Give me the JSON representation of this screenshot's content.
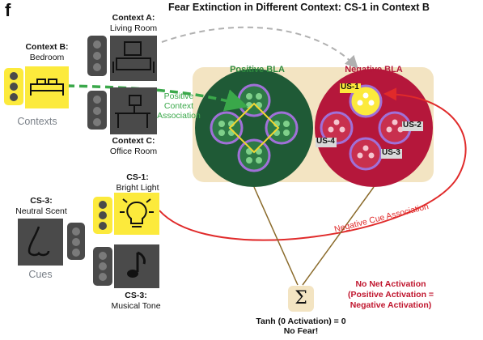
{
  "panel_letter": "f",
  "title": "Fear Extinction in Different Context: CS-1 in Context B",
  "contexts": {
    "a": {
      "name": "Context A:",
      "place": "Living Room"
    },
    "b": {
      "name": "Context B:",
      "place": "Bedroom"
    },
    "c": {
      "name": "Context C:",
      "place": "Office Room"
    },
    "group_label": "Contexts"
  },
  "cues": {
    "cs1": {
      "name": "CS-1:",
      "desc": "Bright Light"
    },
    "cs3_scent": {
      "name": "CS-3:",
      "desc": "Neutral Scent"
    },
    "cs3_tone": {
      "name": "CS-3:",
      "desc": "Musical Tone"
    },
    "group_label": "Cues"
  },
  "bla": {
    "positive": "Positive BLA",
    "negative": "Negative BLA",
    "us_labels": [
      "US-1",
      "US-2",
      "US-3",
      "US-4"
    ]
  },
  "associations": {
    "positive_context": [
      "Positive",
      "Context",
      "Association"
    ],
    "negative_cue": "Negative Cue Association"
  },
  "sum_symbol": "Σ",
  "net": {
    "line1": "No Net Activation",
    "line2": "(Positive Activation =",
    "line3": "Negative Activation)"
  },
  "output": {
    "line1": "Tanh (0 Activation) = 0",
    "line2": "No Fear!"
  },
  "colors": {
    "yellow": "#fcea3c",
    "dark_gray": "#4a4a4a",
    "positive_bla": "#1f5a36",
    "negative_bla": "#b5173b",
    "bla_region": "#f3e4c2",
    "purple": "#a070d8",
    "green_arrow": "#3aa84a",
    "red_arrow": "#e02a2a",
    "context_text": "#7a8088"
  }
}
